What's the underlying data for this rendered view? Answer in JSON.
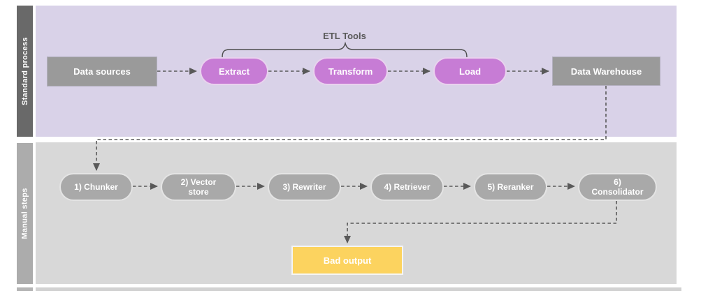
{
  "diagram": {
    "lanes": [
      {
        "label": "Standard process"
      },
      {
        "label": "Manual steps"
      }
    ],
    "annotation": {
      "etl_tools_label": "ETL Tools"
    },
    "nodes": {
      "data_sources": "Data sources",
      "extract": "Extract",
      "transform": "Transform",
      "load": "Load",
      "data_warehouse": "Data Warehouse",
      "chunker": "1) Chunker",
      "vector_store": "2) Vector store",
      "rewriter": "3) Rewriter",
      "retriever": "4) Retriever",
      "reranker": "5) Reranker",
      "consolidator": "6) Consolidator",
      "bad_output": "Bad output"
    },
    "colors": {
      "lane_standard_label_bar": "#696969",
      "lane_standard_bg": "#d9d2e8",
      "lane_manual_label_bar": "#acacac",
      "lane_manual_bg": "#d8d8d8",
      "etl_pill_fill": "#c77cd5",
      "gray_rect_fill": "#9a9a9a",
      "manual_pill_fill": "#a9a9a9",
      "bad_output_fill": "#fcd35f",
      "connector": "#595959",
      "node_text": "#ffffff"
    }
  }
}
